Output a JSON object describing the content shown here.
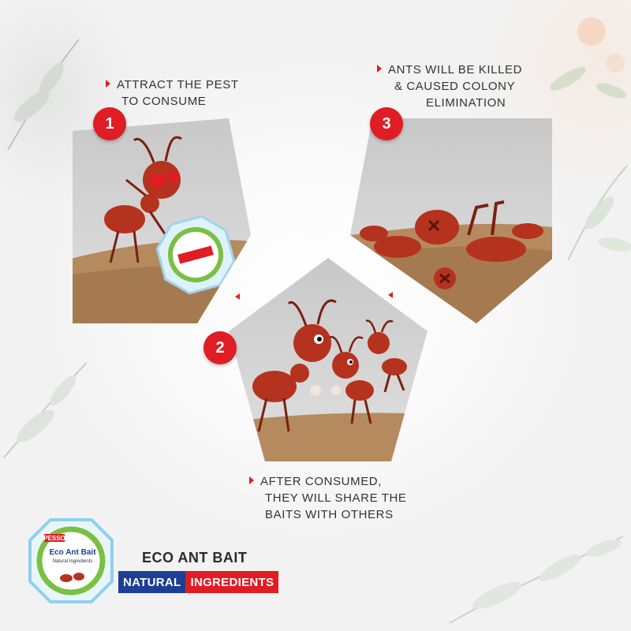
{
  "steps": [
    {
      "number": "1",
      "caption_lines": [
        "ATTRACT THE PEST",
        "TO CONSUME"
      ]
    },
    {
      "number": "2",
      "caption_lines": [
        "AFTER CONSUMED,",
        "THEY WILL SHARE THE",
        "BAITS WITH OTHERS"
      ]
    },
    {
      "number": "3",
      "caption_lines": [
        "ANTS WILL BE KILLED",
        "& CAUSED COLONY",
        "ELIMINATION"
      ]
    }
  ],
  "product": {
    "title": "ECO ANT BAIT",
    "tag_left": "NATURAL",
    "tag_right": "INGREDIENTS",
    "package_brand": "PESSO",
    "package_name": "Eco Ant Bait",
    "package_sub": "Natural Ingredients"
  },
  "colors": {
    "accent_red": "#e01d24",
    "tag_blue": "#1c3f94",
    "ant_body": "#b5321f",
    "panel_grey": "#d2d2d2",
    "ground": "#b58a5e"
  },
  "icons": [
    "arrow-bullet-icon",
    "heart-eyes-icon",
    "ant-icon",
    "bait-package-icon"
  ]
}
